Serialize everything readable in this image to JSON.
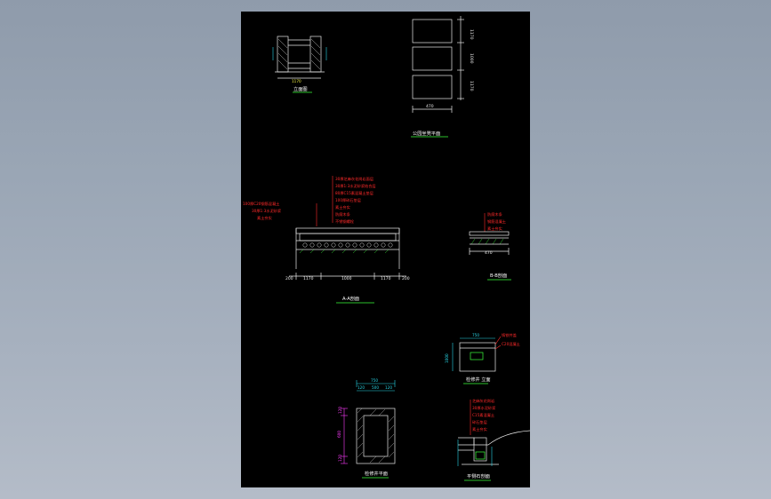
{
  "colors": {
    "background": "#9aa6b5",
    "sheet": "#000000",
    "line": "#e8e8e8",
    "annotation": "#ff2a2a",
    "title_underline": "#3cff3c",
    "dimension_cyan": "#28d8e8",
    "dimension_magenta": "#ff3cff"
  },
  "titles": {
    "elevation": "立面图",
    "plan": "公园坐凳平面",
    "section_aa": "A-A剖面",
    "section_bb": "B-B剖面",
    "mh_elev": "检修井 立面",
    "mh_plan": "检修井平面",
    "mh_section": "平侧石剖面"
  },
  "dims": {
    "plan_top": "1170",
    "plan_mid": "1000",
    "plan_bottom": "1170",
    "plan_width": "470",
    "aa_left": "200",
    "aa_a": "1170",
    "aa_b": "1000",
    "aa_c": "1170",
    "aa_right": "200",
    "bb_width": "470",
    "mhp_top": "750",
    "mhp_a": "120",
    "mhp_b": "500",
    "mhp_c": "120",
    "mhp_left_a": "120",
    "mhp_left_b": "600",
    "mhp_left_c": "120",
    "mhe_top": "750",
    "mhe_left": "1000"
  },
  "annotations": {
    "aa_right": [
      "30厚芝麻灰花岗岩面层",
      "30厚1:3水泥砂浆结合层",
      "80厚C15素混凝土垫层",
      "100厚碎石垫层",
      "素土夯实",
      "防腐木条",
      "不锈钢螺栓"
    ],
    "aa_left": [
      "100厚C20钢筋混凝土",
      "30厚1:3水泥砂浆",
      "素土夯实"
    ],
    "bb": [
      "防腐木条",
      "钢筋混凝土",
      "素土夯实"
    ],
    "mh_elev": [
      "铸铁井盖",
      "C20混凝土"
    ],
    "mh_section": [
      "芝麻灰花岗岩",
      "30厚水泥砂浆",
      "C15素混凝土",
      "碎石垫层",
      "素土夯实"
    ]
  }
}
